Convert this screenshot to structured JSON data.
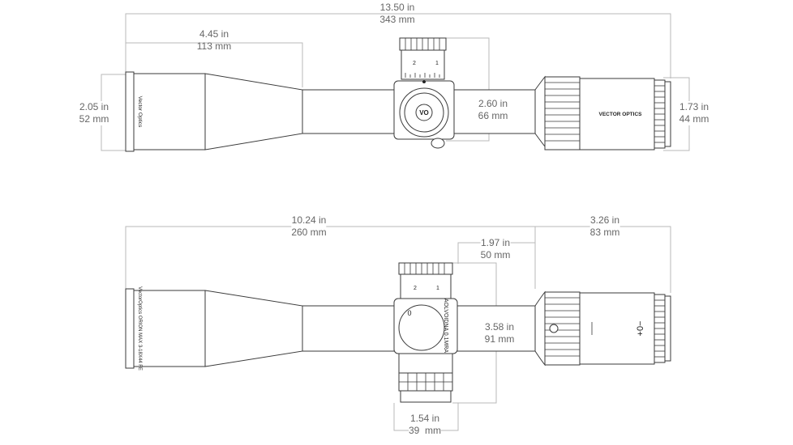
{
  "dimensions_top": {
    "overall_length": {
      "in": "13.50 in",
      "mm": "343 mm"
    },
    "objective_section": {
      "in": "4.45 in",
      "mm": "113 mm"
    },
    "objective_diameter": {
      "in": "2.05 in",
      "mm": "52 mm"
    },
    "turret_height": {
      "in": "2.60 in",
      "mm": "66 mm"
    },
    "eyepiece_diameter": {
      "in": "1.73 in",
      "mm": "44 mm"
    }
  },
  "dimensions_bottom": {
    "front_length": {
      "in": "10.24 in",
      "mm": "260 mm"
    },
    "eyepiece_length": {
      "in": "3.26 in",
      "mm": "83 mm"
    },
    "turret_offset": {
      "in": "1.97 in",
      "mm": "50 mm"
    },
    "turret_width": {
      "in": "3.58 in",
      "mm": "91 mm"
    },
    "saddle_width": {
      "in": "1.54 in",
      "mm": "39  mm"
    }
  },
  "labels": {
    "top_objective_brand": "Vector Optics",
    "eyepiece_brand": "VECTOR OPTICS",
    "saddle_logo": "VO",
    "bottom_objective_model": "VectorOptics ORION MAX 3-18X44 FE",
    "side_turret_text": "AOLVOIDNA 0.1MRAD",
    "side_turret_mark": "0",
    "focus_symbol": "+0−"
  }
}
